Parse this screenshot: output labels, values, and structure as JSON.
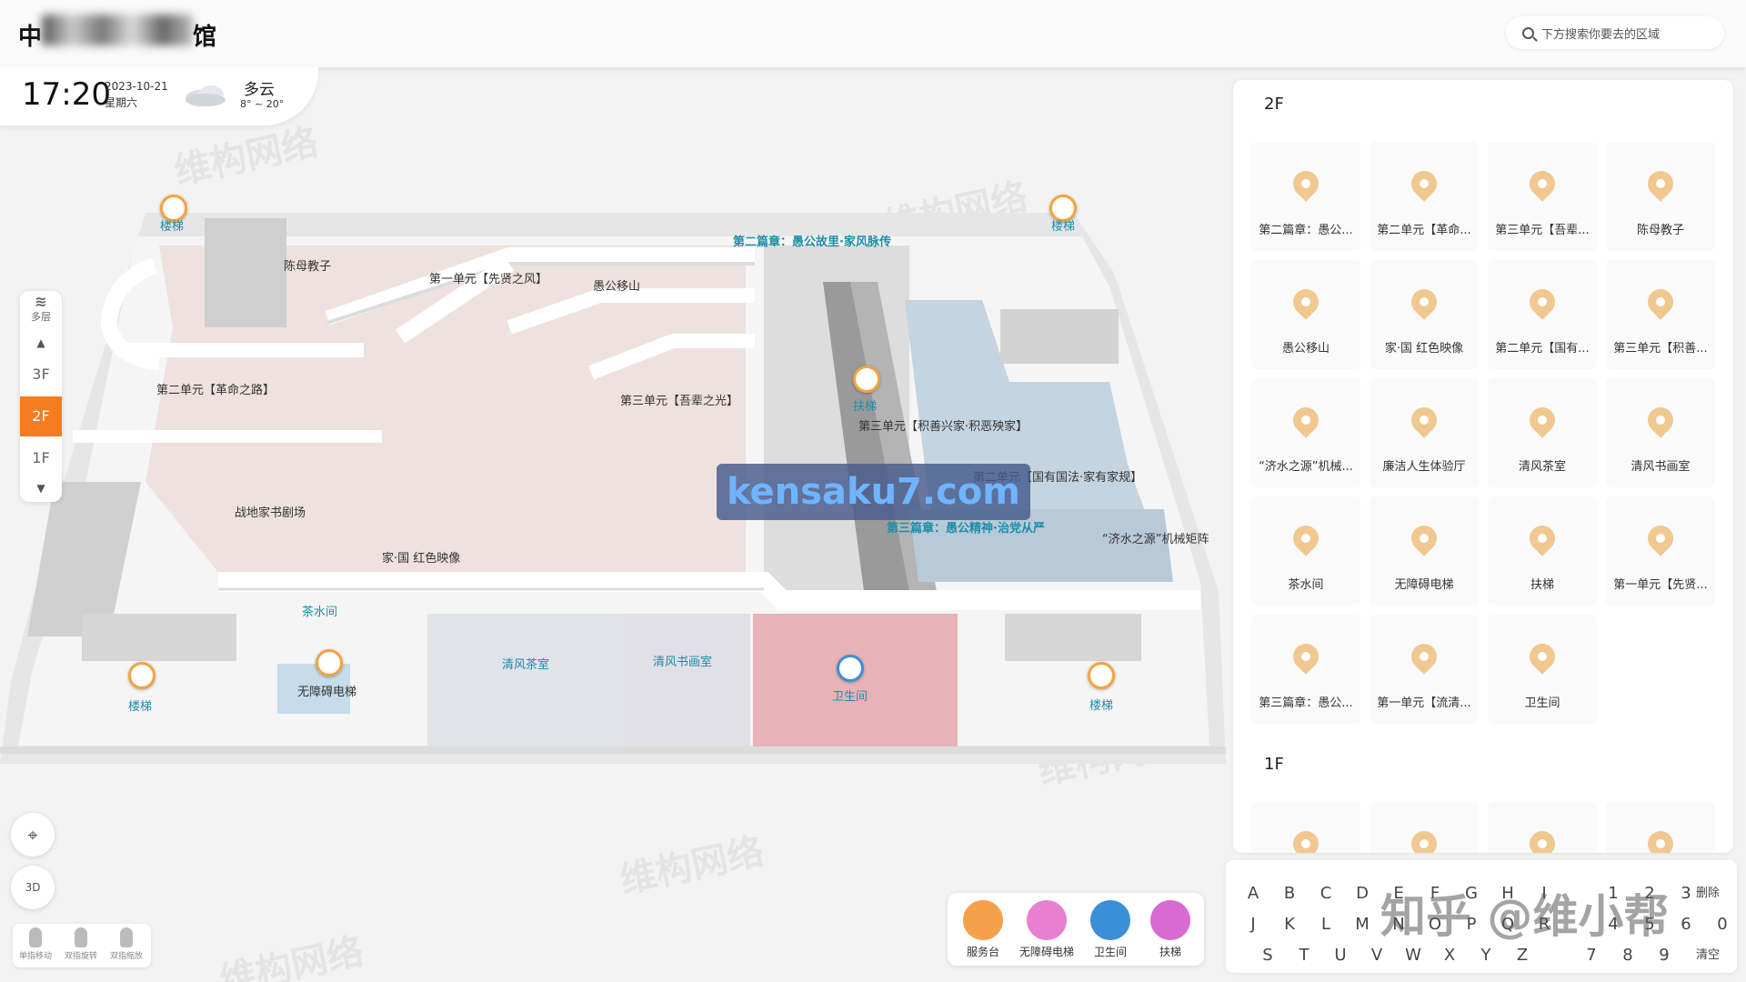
{
  "header": {
    "title_prefix": "中",
    "title_suffix": "馆",
    "search_placeholder": "下方搜索你要去的区域"
  },
  "status": {
    "time": "17:20",
    "date": "2023-10-21",
    "weekday": "星期六",
    "weather": "多云",
    "temp": "8° ~ 20°"
  },
  "floor_control": {
    "layers_label": "多层",
    "floors": [
      "3F",
      "2F",
      "1F"
    ],
    "active": "2F"
  },
  "controls": {
    "mode_3d": "3D",
    "gestures": [
      "单指移动",
      "双指旋转",
      "双指缩放"
    ]
  },
  "map": {
    "labels": {
      "stair_nw": "楼梯",
      "stair_ne": "楼梯",
      "stair_sw": "楼梯",
      "stair_se": "楼梯",
      "chenmu": "陈母教子",
      "chapter2": "第二篇章：愚公故里·家风脉传",
      "unit1": "第一单元【先贤之风】",
      "yugong": "愚公移山",
      "unit2_rev": "第二单元【革命之路】",
      "unit3_xian": "第三单元【吾辈之光】",
      "escalator": "扶梯",
      "unit3_jishan": "第三单元【积善兴家·积恶殃家】",
      "unit2_guoyou": "第二单元【国有国法·家有家规】",
      "chapter3": "第三篇章：愚公精神·治党从严",
      "jishui": "“济水之源”机械矩阵",
      "theatre": "战地家书剧场",
      "jiaguo": "家·国 红色映像",
      "tea": "茶水间",
      "lift": "无障碍电梯",
      "qingfeng_tea": "清风茶室",
      "qingfeng_art": "清风书画室",
      "wc": "卫生间"
    },
    "overlay_text": "kensaku7.com"
  },
  "panel": {
    "floor_2f": "2F",
    "floor_1f": "1F",
    "items_2f": [
      "第二篇章：愚公...",
      "第二单元【革命...",
      "第三单元【吾辈...",
      "陈母教子",
      "愚公移山",
      "家·国 红色映像",
      "第二单元【国有...",
      "第三单元【积善...",
      "“济水之源”机械...",
      "廉洁人生体验厅",
      "清风茶室",
      "清风书画室",
      "茶水间",
      "无障碍电梯",
      "扶梯",
      "第一单元【先贤...",
      "第三篇章：愚公...",
      "第一单元【流清...",
      "卫生间"
    ]
  },
  "keyboard": {
    "row1": [
      "A",
      "B",
      "C",
      "D",
      "E",
      "F",
      "G",
      "H",
      "I",
      "1",
      "2",
      "3"
    ],
    "row2": [
      "J",
      "K",
      "L",
      "M",
      "N",
      "O",
      "P",
      "Q",
      "R",
      "4",
      "5",
      "6",
      "0"
    ],
    "row3": [
      "S",
      "T",
      "U",
      "V",
      "W",
      "X",
      "Y",
      "Z",
      "7",
      "8",
      "9"
    ],
    "delete": "删除",
    "clear": "清空"
  },
  "legend": [
    "服务台",
    "无障碍电梯",
    "卫生间",
    "扶梯"
  ],
  "watermark": "维构网络",
  "credit": "知乎 @维小帮",
  "colors": {
    "accent": "#f57c1f",
    "room_pink": "#eee1de",
    "room_blue": "#c4d4e0",
    "wc_red": "#e8b3b8",
    "teal_text": "#1a8ea8"
  }
}
